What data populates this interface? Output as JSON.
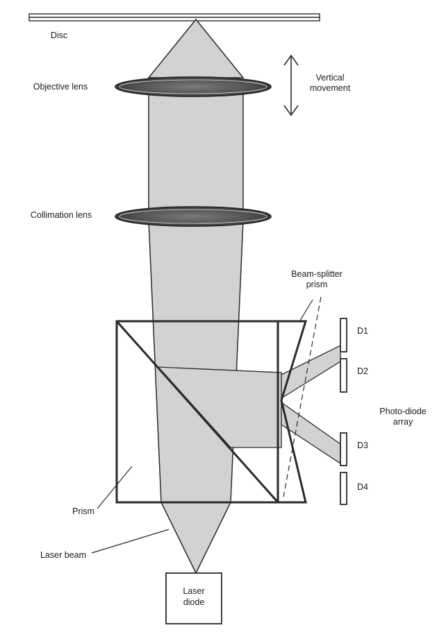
{
  "labels": {
    "disc": "Disc",
    "objective_lens": "Objective lens",
    "vertical_movement_1": "Vertical",
    "vertical_movement_2": "movement",
    "collimation_lens": "Collimation lens",
    "beam_splitter_1": "Beam-splitter",
    "beam_splitter_2": "prism",
    "d1": "D1",
    "d2": "D2",
    "d3": "D3",
    "d4": "D4",
    "photo_diode_1": "Photo-diode",
    "photo_diode_2": "array",
    "prism": "Prism",
    "laser_beam": "Laser beam",
    "laser_diode_1": "Laser",
    "laser_diode_2": "diode"
  },
  "colors": {
    "beam": "#d2d2d2",
    "lens": "#5a5a5a",
    "stroke": "#2a2a2a"
  }
}
